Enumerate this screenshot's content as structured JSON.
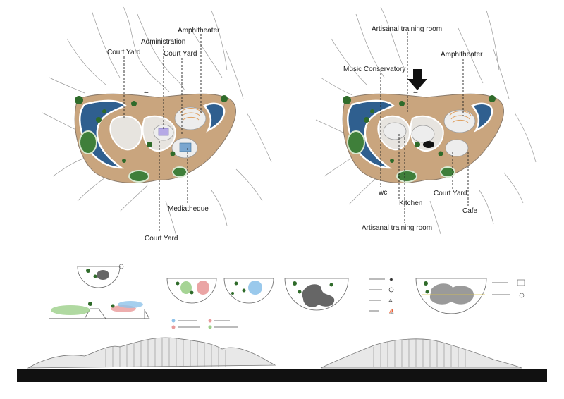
{
  "plans": {
    "left": {
      "labels": {
        "court_yard_top": "Court Yard",
        "administration": "Administration",
        "amphitheater": "Amphitheater",
        "court_yard_mid": "Court Yard",
        "mediatheque": "Mediatheque",
        "court_yard_bottom": "Court Yard"
      }
    },
    "right": {
      "labels": {
        "artisanal_top": "Artisanal training room",
        "music_conservatory": "Music Conservatory",
        "amphitheater": "Amphitheater",
        "wc": "wc",
        "kitchen": "Kitchen",
        "court_yard": "Court Yard",
        "cafe": "Cafe",
        "artisanal_bottom": "Artisanal training room"
      }
    }
  },
  "colors": {
    "soil": "#c9a57e",
    "water": "#2f5f8f",
    "lawn": "#3f7f3a",
    "blue_zone": "#8fc3ea",
    "red_zone": "#e89a9a",
    "green_zone": "#9ccf8a",
    "ground_strip": "#111111"
  },
  "icons": [
    "north-arrow-icon",
    "entrance-arrow-icon",
    "tree-icon",
    "compass-icon"
  ]
}
